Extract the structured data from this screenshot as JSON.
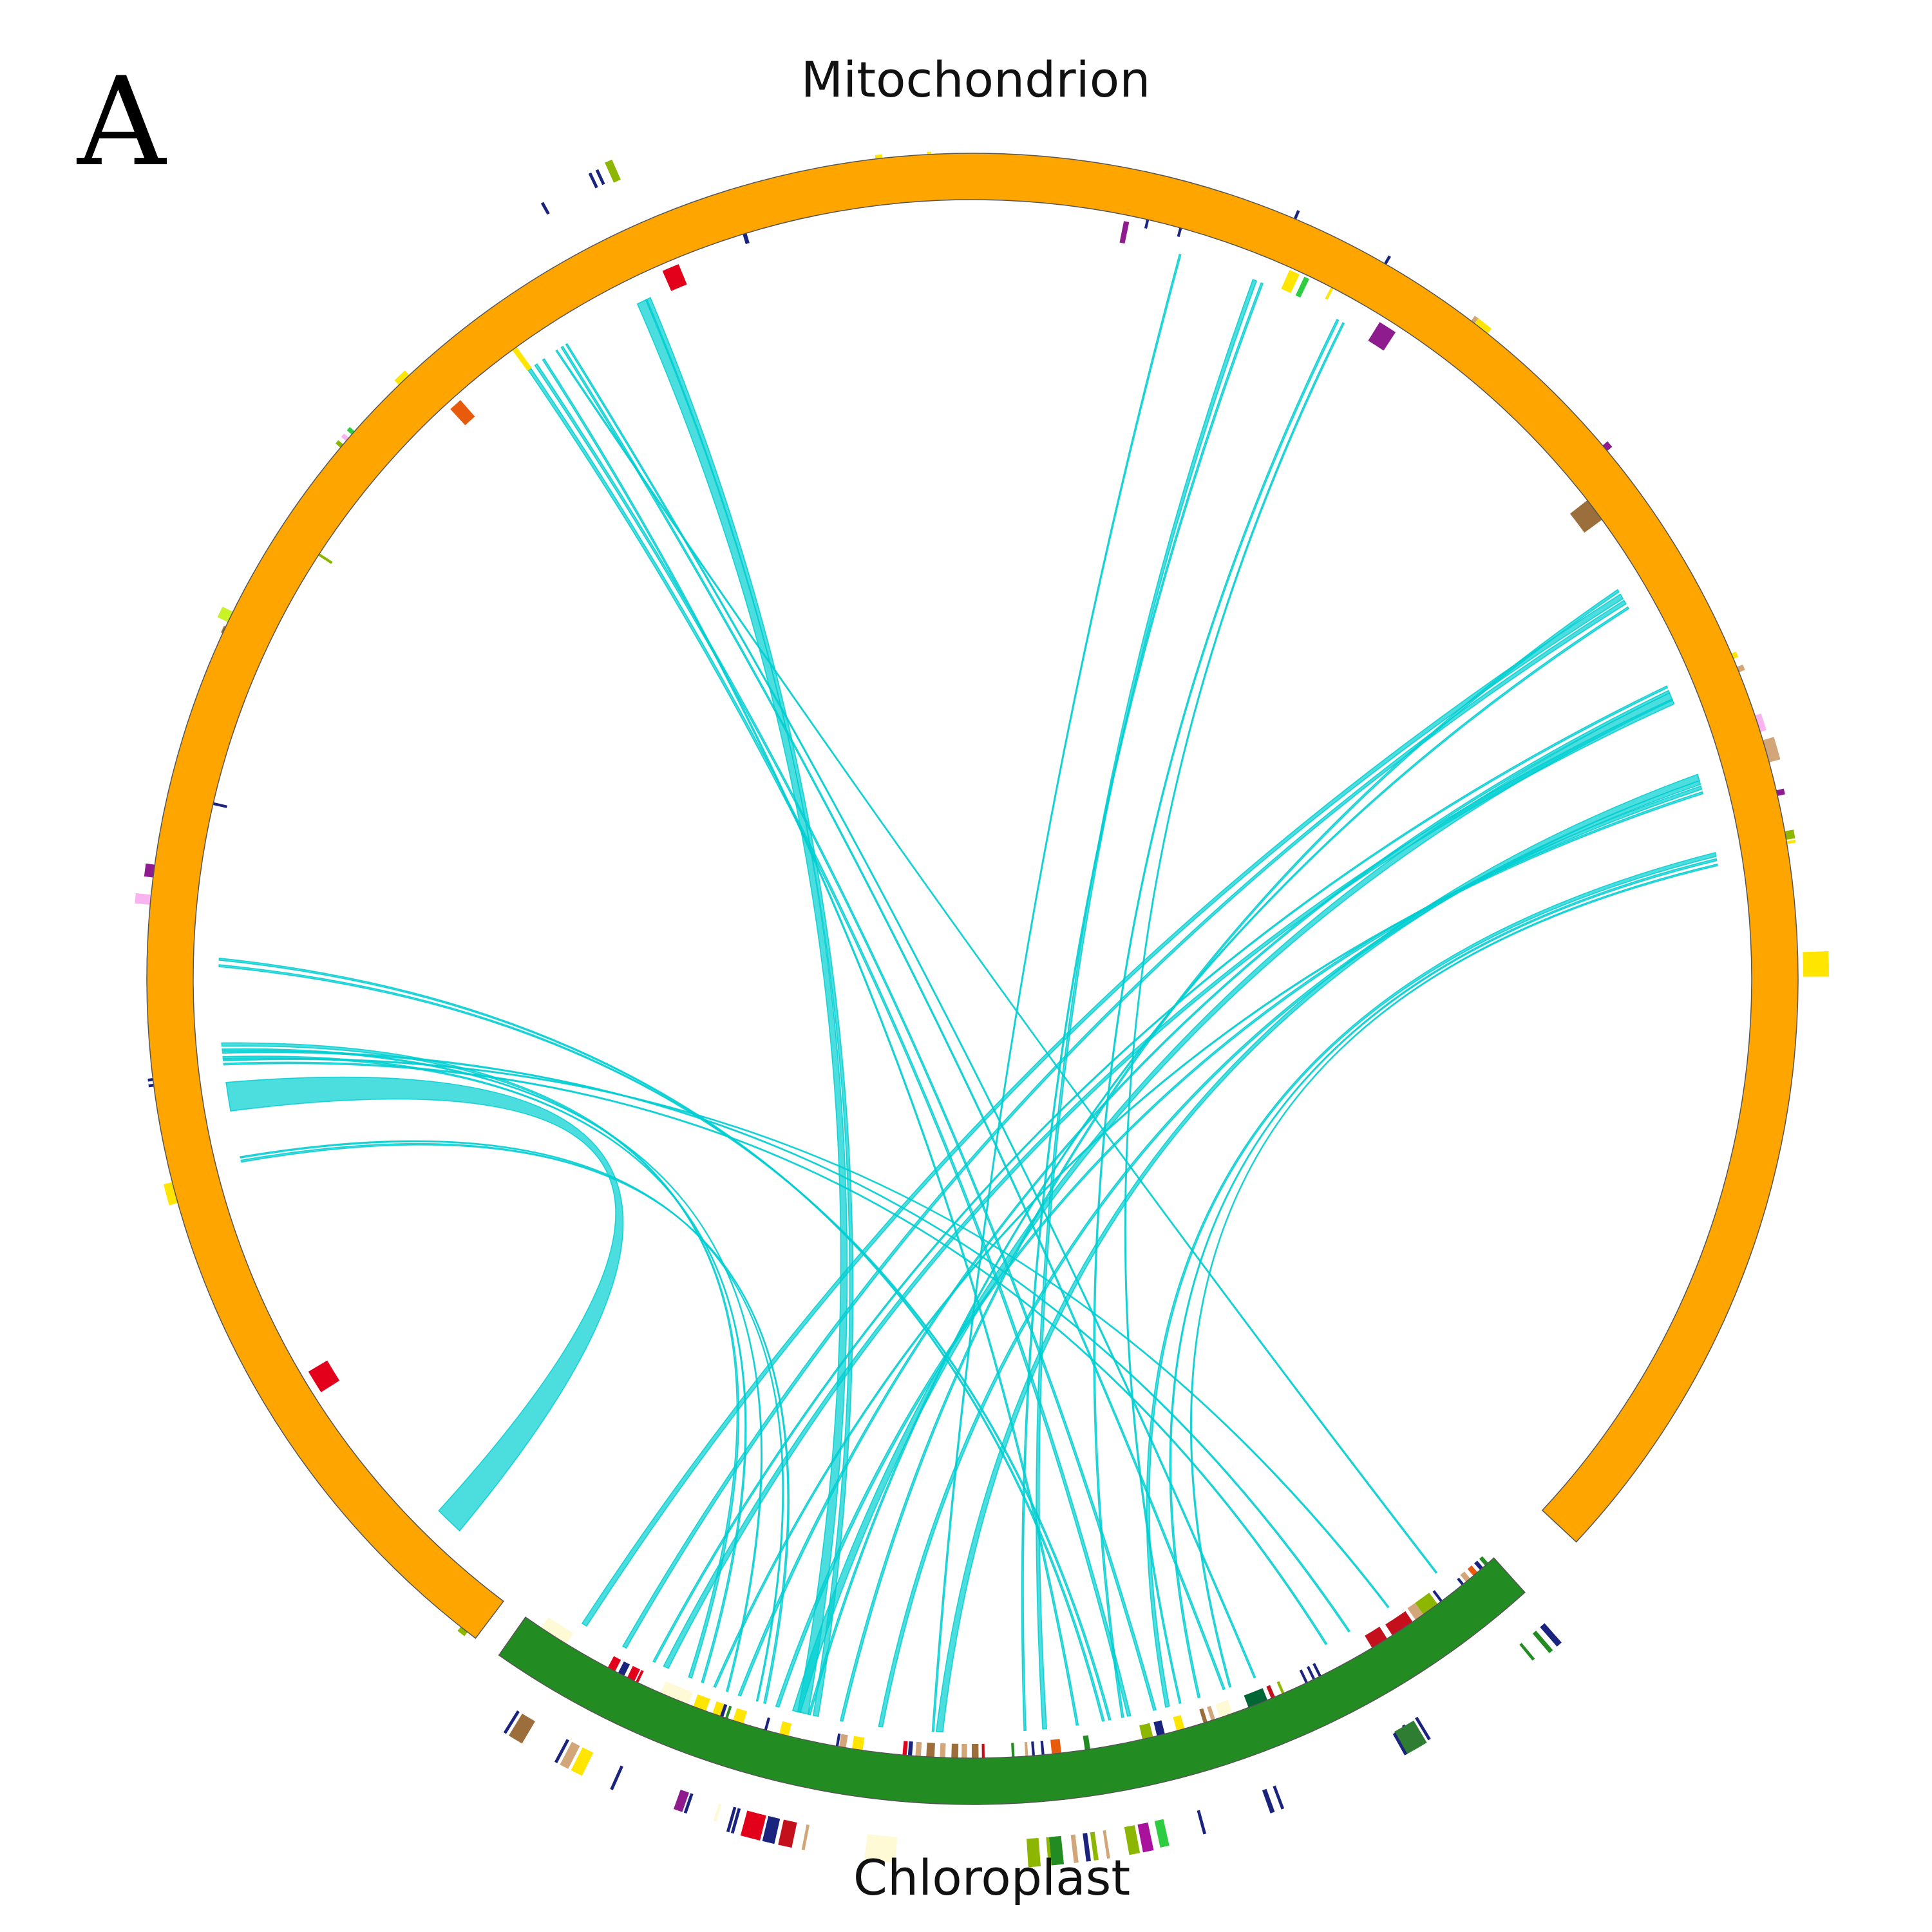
{
  "panel_label": "A",
  "colors": {
    "mitochondrion": "#ffa500",
    "chloroplast": "#228b22",
    "link": "#00ced1",
    "outline": "#555555"
  },
  "segments": [
    {
      "id": "mt",
      "label": "Mitochondrion",
      "start_deg": 217,
      "end_deg": 493
    },
    {
      "id": "cp",
      "label": "Chloroplast",
      "start_deg": 138,
      "end_deg": 215
    }
  ],
  "features": [
    {
      "angle": 359.0,
      "width": 2.0,
      "r1": 1250,
      "r2": 1280,
      "color": "#e3001b"
    },
    {
      "angle": 357.0,
      "width": 0.3,
      "r1": 1250,
      "r2": 1286,
      "color": "#ffe500"
    },
    {
      "angle": 2.2,
      "width": 0.2,
      "r1": 1250,
      "r2": 1282,
      "color": "#1a237e"
    },
    {
      "angle": 353.5,
      "width": 0.5,
      "r1": 1256,
      "r2": 1288,
      "color": "#ffe500"
    },
    {
      "angle": 343.0,
      "width": 0.3,
      "r1": 1194,
      "r2": 1226,
      "color": "#1a237e"
    },
    {
      "angle": 337.0,
      "width": 1.3,
      "r1": 1166,
      "r2": 1200,
      "color": "#e3001b"
    },
    {
      "angle": 327.0,
      "width": 0.2,
      "r1": 1210,
      "r2": 1235,
      "color": "#1a237e"
    },
    {
      "angle": 331.0,
      "width": 0.2,
      "r1": 1358,
      "r2": 1378,
      "color": "#1a237e"
    },
    {
      "angle": 334.6,
      "width": 0.2,
      "r1": 1360,
      "r2": 1385,
      "color": "#1a237e"
    },
    {
      "angle": 335.1,
      "width": 0.2,
      "r1": 1360,
      "r2": 1385,
      "color": "#1a237e"
    },
    {
      "angle": 336.0,
      "width": 0.5,
      "r1": 1356,
      "r2": 1390,
      "color": "#8db600"
    },
    {
      "angle": 324.0,
      "width": 0.4,
      "r1": 1170,
      "r2": 1210,
      "color": "#ffe500"
    },
    {
      "angle": 318.0,
      "width": 1.0,
      "r1": 1166,
      "r2": 1200,
      "color": "#e85a0c"
    },
    {
      "angle": 316.5,
      "width": 1.0,
      "r1": 1256,
      "r2": 1292,
      "color": "#ffe500"
    },
    {
      "angle": 310.2,
      "width": 0.3,
      "r1": 1262,
      "r2": 1292,
      "color": "#8db600"
    },
    {
      "angle": 310.8,
      "width": 0.3,
      "r1": 1262,
      "r2": 1292,
      "color": "#f9b4f0"
    },
    {
      "angle": 311.4,
      "width": 0.3,
      "r1": 1262,
      "r2": 1292,
      "color": "#2ecc40"
    },
    {
      "angle": 303.0,
      "width": 0.2,
      "r1": 1186,
      "r2": 1218,
      "color": "#8db600"
    },
    {
      "angle": 295.0,
      "width": 0.5,
      "r1": 1257,
      "r2": 1285,
      "color": "#9b6e3c"
    },
    {
      "angle": 296.0,
      "width": 0.8,
      "r1": 1268,
      "r2": 1300,
      "color": "#c9f227"
    },
    {
      "angle": 283.0,
      "width": 0.2,
      "r1": 1188,
      "r2": 1222,
      "color": "#1a237e"
    },
    {
      "angle": 277.5,
      "width": 0.9,
      "r1": 1260,
      "r2": 1296,
      "color": "#8e1c8f"
    },
    {
      "angle": 275.5,
      "width": 0.7,
      "r1": 1270,
      "r2": 1306,
      "color": "#f9b4f0"
    },
    {
      "angle": 263.0,
      "width": 0.2,
      "r1": 1256,
      "r2": 1290,
      "color": "#1a237e"
    },
    {
      "angle": 262.6,
      "width": 0.2,
      "r1": 1256,
      "r2": 1290,
      "color": "#1a237e"
    },
    {
      "angle": 255.0,
      "width": 1.5,
      "r1": 1256,
      "r2": 1296,
      "color": "#ffe500"
    },
    {
      "angle": 252.0,
      "width": 1.2,
      "r1": 1240,
      "r2": 1278,
      "color": "#ffe500"
    },
    {
      "angle": 249.5,
      "width": 0.2,
      "r1": 1226,
      "r2": 1262,
      "color": "#1a237e"
    },
    {
      "angle": 248.8,
      "width": 0.2,
      "r1": 1226,
      "r2": 1262,
      "color": "#1a237e"
    },
    {
      "angle": 247.0,
      "width": 1.5,
      "r1": 1212,
      "r2": 1252,
      "color": "#ffe500"
    },
    {
      "angle": 238.5,
      "width": 1.8,
      "r1": 1164,
      "r2": 1198,
      "color": "#e3001b"
    },
    {
      "angle": 218.0,
      "width": 0.6,
      "r1": 1256,
      "r2": 1290,
      "color": "#8db600"
    },
    {
      "angle": 11.5,
      "width": 0.4,
      "r1": 1166,
      "r2": 1200,
      "color": "#8e1c8f"
    },
    {
      "angle": 13.0,
      "width": 0.2,
      "r1": 1196,
      "r2": 1230,
      "color": "#1a237e"
    },
    {
      "angle": 15.5,
      "width": 0.2,
      "r1": 1196,
      "r2": 1230,
      "color": "#1a237e"
    },
    {
      "angle": 23.0,
      "width": 0.2,
      "r1": 1256,
      "r2": 1296,
      "color": "#1a237e"
    },
    {
      "angle": 24.5,
      "width": 0.8,
      "r1": 1174,
      "r2": 1206,
      "color": "#ffe500"
    },
    {
      "angle": 25.5,
      "width": 0.4,
      "r1": 1174,
      "r2": 1206,
      "color": "#2ecc40"
    },
    {
      "angle": 27.5,
      "width": 0.2,
      "r1": 1190,
      "r2": 1226,
      "color": "#ffe500"
    },
    {
      "angle": 30.0,
      "width": 0.2,
      "r1": 1256,
      "r2": 1296,
      "color": "#1a237e"
    },
    {
      "angle": 32.5,
      "width": 1.4,
      "r1": 1166,
      "r2": 1200,
      "color": "#8e1c8f"
    },
    {
      "angle": 38.0,
      "width": 1.2,
      "r1": 1256,
      "r2": 1292,
      "color": "#ffe500"
    },
    {
      "angle": 37.3,
      "width": 0.3,
      "r1": 1256,
      "r2": 1292,
      "color": "#d2a679"
    },
    {
      "angle": 50.0,
      "width": 0.5,
      "r1": 1256,
      "r2": 1292,
      "color": "#8e1c8f"
    },
    {
      "angle": 53.0,
      "width": 1.8,
      "r1": 1176,
      "r2": 1212,
      "color": "#9b6e3c"
    },
    {
      "angle": 52.0,
      "width": 0.2,
      "r1": 1212,
      "r2": 1234,
      "color": "#1a237e"
    },
    {
      "angle": 67.0,
      "width": 0.4,
      "r1": 1256,
      "r2": 1290,
      "color": "#ffe500"
    },
    {
      "angle": 68.0,
      "width": 0.4,
      "r1": 1260,
      "r2": 1292,
      "color": "#d2a679"
    },
    {
      "angle": 72.0,
      "width": 1.2,
      "r1": 1256,
      "r2": 1292,
      "color": "#f9b4f0"
    },
    {
      "angle": 74.0,
      "width": 1.6,
      "r1": 1256,
      "r2": 1300,
      "color": "#d2a679"
    },
    {
      "angle": 77.0,
      "width": 0.4,
      "r1": 1258,
      "r2": 1294,
      "color": "#8e1c8f"
    },
    {
      "angle": 80.0,
      "width": 0.6,
      "r1": 1262,
      "r2": 1296,
      "color": "#8db600"
    },
    {
      "angle": 80.5,
      "width": 0.2,
      "r1": 1262,
      "r2": 1296,
      "color": "#ffe500"
    },
    {
      "angle": 89.0,
      "width": 1.7,
      "r1": 1290,
      "r2": 1330,
      "color": "#ffe500"
    },
    {
      "angle": 141.0,
      "width": 0.2,
      "r1": 1198,
      "r2": 1232,
      "color": "#1a237e"
    },
    {
      "angle": 140.5,
      "width": 0.4,
      "r1": 1196,
      "r2": 1230,
      "color": "#d2a679"
    },
    {
      "angle": 139.8,
      "width": 0.4,
      "r1": 1196,
      "r2": 1230,
      "color": "#e85a0c"
    },
    {
      "angle": 139.2,
      "width": 0.3,
      "r1": 1196,
      "r2": 1230,
      "color": "#1a237e"
    },
    {
      "angle": 138.7,
      "width": 0.3,
      "r1": 1196,
      "r2": 1230,
      "color": "#228b22"
    },
    {
      "angle": 138.6,
      "width": 0.4,
      "r1": 1338,
      "r2": 1378,
      "color": "#1a237e"
    },
    {
      "angle": 139.3,
      "width": 0.3,
      "r1": 1338,
      "r2": 1378,
      "color": "#228b22"
    },
    {
      "angle": 140.5,
      "width": 0.2,
      "r1": 1338,
      "r2": 1370,
      "color": "#228b22"
    },
    {
      "angle": 143.0,
      "width": 0.2,
      "r1": 1190,
      "r2": 1226,
      "color": "#1a237e"
    },
    {
      "angle": 144.0,
      "width": 1.3,
      "r1": 1188,
      "r2": 1226,
      "color": "#8db600"
    },
    {
      "angle": 145.0,
      "width": 0.7,
      "r1": 1188,
      "r2": 1226,
      "color": "#d2a679"
    },
    {
      "angle": 146.5,
      "width": 1.8,
      "r1": 1190,
      "r2": 1226,
      "color": "#c3101c"
    },
    {
      "angle": 148.5,
      "width": 1.3,
      "r1": 1188,
      "r2": 1226,
      "color": "#c3101c"
    },
    {
      "angle": 149.0,
      "width": 0.2,
      "r1": 1338,
      "r2": 1378,
      "color": "#1a237e"
    },
    {
      "angle": 150.0,
      "width": 0.2,
      "r1": 1338,
      "r2": 1378,
      "color": "#1a237e"
    },
    {
      "angle": 150.0,
      "width": 1.5,
      "r1": 1340,
      "r2": 1380,
      "color": "#2e7d32"
    },
    {
      "angle": 150.8,
      "width": 0.2,
      "r1": 1342,
      "r2": 1380,
      "color": "#1a237e"
    },
    {
      "angle": 153.5,
      "width": 0.2,
      "r1": 1188,
      "r2": 1228,
      "color": "#1a237e"
    },
    {
      "angle": 154.0,
      "width": 0.2,
      "r1": 1188,
      "r2": 1228,
      "color": "#1a237e"
    },
    {
      "angle": 154.6,
      "width": 0.2,
      "r1": 1188,
      "r2": 1228,
      "color": "#1a237e"
    },
    {
      "angle": 156.5,
      "width": 0.2,
      "r1": 1190,
      "r2": 1228,
      "color": "#8db600"
    },
    {
      "angle": 157.3,
      "width": 0.3,
      "r1": 1190,
      "r2": 1228,
      "color": "#c3101c"
    },
    {
      "angle": 158.5,
      "width": 1.5,
      "r1": 1190,
      "r2": 1226,
      "color": "#006633"
    },
    {
      "angle": 161.0,
      "width": 1.0,
      "r1": 1188,
      "r2": 1226,
      "color": "#fffad6"
    },
    {
      "angle": 162.0,
      "width": 0.3,
      "r1": 1188,
      "r2": 1226,
      "color": "#d2a679"
    },
    {
      "angle": 162.6,
      "width": 0.3,
      "r1": 1188,
      "r2": 1226,
      "color": "#9b6e3c"
    },
    {
      "angle": 164.5,
      "width": 0.6,
      "r1": 1188,
      "r2": 1226,
      "color": "#ffe500"
    },
    {
      "angle": 166.0,
      "width": 0.6,
      "r1": 1188,
      "r2": 1226,
      "color": "#1a237e"
    },
    {
      "angle": 167.0,
      "width": 0.8,
      "r1": 1188,
      "r2": 1226,
      "color": "#8db600"
    },
    {
      "angle": 159.5,
      "width": 0.2,
      "r1": 1338,
      "r2": 1376,
      "color": "#1a237e"
    },
    {
      "angle": 160.2,
      "width": 0.3,
      "r1": 1338,
      "r2": 1376,
      "color": "#1a237e"
    },
    {
      "angle": 164.8,
      "width": 0.2,
      "r1": 1338,
      "r2": 1376,
      "color": "#1a237e"
    },
    {
      "angle": 167.5,
      "width": 0.6,
      "r1": 1338,
      "r2": 1380,
      "color": "#2ecc40"
    },
    {
      "angle": 168.6,
      "width": 0.7,
      "r1": 1338,
      "r2": 1382,
      "color": "#a8129c"
    },
    {
      "angle": 169.5,
      "width": 0.7,
      "r1": 1338,
      "r2": 1382,
      "color": "#8db600"
    },
    {
      "angle": 171.2,
      "width": 0.2,
      "r1": 1338,
      "r2": 1382,
      "color": "#d2a679"
    },
    {
      "angle": 172.0,
      "width": 0.3,
      "r1": 1338,
      "r2": 1382,
      "color": "#8db600"
    },
    {
      "angle": 172.5,
      "width": 0.3,
      "r1": 1338,
      "r2": 1382,
      "color": "#1a237e"
    },
    {
      "angle": 173.3,
      "width": 0.3,
      "r1": 1338,
      "r2": 1382,
      "color": "#d2a679"
    },
    {
      "angle": 174.5,
      "width": 0.8,
      "r1": 1338,
      "r2": 1382,
      "color": "#228b22"
    },
    {
      "angle": 176.0,
      "width": 0.8,
      "r1": 1338,
      "r2": 1382,
      "color": "#8db600"
    },
    {
      "angle": 175.0,
      "width": 0.2,
      "r1": 1338,
      "r2": 1382,
      "color": "#8db600"
    },
    {
      "angle": 171.5,
      "width": 0.4,
      "r1": 1188,
      "r2": 1226,
      "color": "#228b22"
    },
    {
      "angle": 173.8,
      "width": 0.7,
      "r1": 1188,
      "r2": 1226,
      "color": "#e85a0c"
    },
    {
      "angle": 174.8,
      "width": 0.2,
      "r1": 1188,
      "r2": 1226,
      "color": "#1a237e"
    },
    {
      "angle": 175.5,
      "width": 0.2,
      "r1": 1188,
      "r2": 1226,
      "color": "#1a237e"
    },
    {
      "angle": 176.0,
      "width": 0.2,
      "r1": 1188,
      "r2": 1226,
      "color": "#d2a679"
    },
    {
      "angle": 177.0,
      "width": 0.2,
      "r1": 1188,
      "r2": 1226,
      "color": "#228b22"
    },
    {
      "angle": 179.2,
      "width": 0.2,
      "r1": 1188,
      "r2": 1226,
      "color": "#c3101c"
    },
    {
      "angle": 179.8,
      "width": 0.5,
      "r1": 1188,
      "r2": 1226,
      "color": "#9b6e3c"
    },
    {
      "angle": 180.6,
      "width": 0.4,
      "r1": 1188,
      "r2": 1226,
      "color": "#d2a679"
    },
    {
      "angle": 181.3,
      "width": 0.5,
      "r1": 1188,
      "r2": 1226,
      "color": "#9b6e3c"
    },
    {
      "angle": 182.2,
      "width": 0.4,
      "r1": 1188,
      "r2": 1226,
      "color": "#d2a679"
    },
    {
      "angle": 183.1,
      "width": 0.6,
      "r1": 1188,
      "r2": 1226,
      "color": "#9b6e3c"
    },
    {
      "angle": 184.0,
      "width": 0.4,
      "r1": 1188,
      "r2": 1226,
      "color": "#d2a679"
    },
    {
      "angle": 184.6,
      "width": 0.3,
      "r1": 1188,
      "r2": 1226,
      "color": "#1a237e"
    },
    {
      "angle": 185.0,
      "width": 0.3,
      "r1": 1188,
      "r2": 1226,
      "color": "#e3001b"
    },
    {
      "angle": 186.0,
      "width": 2.0,
      "r1": 1338,
      "r2": 1378,
      "color": "#fffad6"
    },
    {
      "angle": 188.5,
      "width": 0.8,
      "r1": 1190,
      "r2": 1226,
      "color": "#ffe500"
    },
    {
      "angle": 189.6,
      "width": 0.5,
      "r1": 1190,
      "r2": 1226,
      "color": "#d2a679"
    },
    {
      "angle": 190.0,
      "width": 0.2,
      "r1": 1190,
      "r2": 1226,
      "color": "#1a237e"
    },
    {
      "angle": 191.0,
      "width": 0.2,
      "r1": 1338,
      "r2": 1378,
      "color": "#d2a679"
    },
    {
      "angle": 192.2,
      "width": 0.9,
      "r1": 1338,
      "r2": 1378,
      "color": "#c3101c"
    },
    {
      "angle": 193.3,
      "width": 0.8,
      "r1": 1338,
      "r2": 1378,
      "color": "#1a237e"
    },
    {
      "angle": 194.5,
      "width": 1.3,
      "r1": 1338,
      "r2": 1378,
      "color": "#e3001b"
    },
    {
      "angle": 195.7,
      "width": 0.2,
      "r1": 1338,
      "r2": 1378,
      "color": "#1a237e"
    },
    {
      "angle": 196.0,
      "width": 0.2,
      "r1": 1338,
      "r2": 1378,
      "color": "#1a237e"
    },
    {
      "angle": 197.0,
      "width": 0.2,
      "r1": 1340,
      "r2": 1368,
      "color": "#fffad6"
    },
    {
      "angle": 199.5,
      "width": 0.6,
      "r1": 1338,
      "r2": 1370,
      "color": "#8e1c8f"
    },
    {
      "angle": 199.0,
      "width": 0.2,
      "r1": 1338,
      "r2": 1370,
      "color": "#1a237e"
    },
    {
      "angle": 194.0,
      "width": 0.7,
      "r1": 1190,
      "r2": 1228,
      "color": "#ffe500"
    },
    {
      "angle": 195.4,
      "width": 0.2,
      "r1": 1190,
      "r2": 1228,
      "color": "#1a237e"
    },
    {
      "angle": 197.5,
      "width": 0.8,
      "r1": 1190,
      "r2": 1226,
      "color": "#ffe500"
    },
    {
      "angle": 198.4,
      "width": 0.2,
      "r1": 1190,
      "r2": 1226,
      "color": "#228b22"
    },
    {
      "angle": 198.8,
      "width": 0.3,
      "r1": 1190,
      "r2": 1226,
      "color": "#1a237e"
    },
    {
      "angle": 199.2,
      "width": 0.6,
      "r1": 1190,
      "r2": 1226,
      "color": "#ffe500"
    },
    {
      "angle": 200.5,
      "width": 1.0,
      "r1": 1190,
      "r2": 1226,
      "color": "#ffe500"
    },
    {
      "angle": 202.5,
      "width": 2.2,
      "r1": 1190,
      "r2": 1226,
      "color": "#fffad6"
    },
    {
      "angle": 205.5,
      "width": 0.2,
      "r1": 1190,
      "r2": 1226,
      "color": "#e3001b"
    },
    {
      "angle": 206.0,
      "width": 0.6,
      "r1": 1190,
      "r2": 1226,
      "color": "#e3001b"
    },
    {
      "angle": 206.8,
      "width": 0.5,
      "r1": 1190,
      "r2": 1226,
      "color": "#1a237e"
    },
    {
      "angle": 207.6,
      "width": 0.6,
      "r1": 1190,
      "r2": 1226,
      "color": "#e3001b"
    },
    {
      "angle": 204.0,
      "width": 0.2,
      "r1": 1338,
      "r2": 1378,
      "color": "#1a237e"
    },
    {
      "angle": 206.5,
      "width": 0.8,
      "r1": 1338,
      "r2": 1378,
      "color": "#ffe500"
    },
    {
      "angle": 207.4,
      "width": 0.6,
      "r1": 1338,
      "r2": 1378,
      "color": "#d2a679"
    },
    {
      "angle": 208.0,
      "width": 0.2,
      "r1": 1338,
      "r2": 1378,
      "color": "#1a237e"
    },
    {
      "angle": 211.0,
      "width": 1.0,
      "r1": 1338,
      "r2": 1378,
      "color": "#9b6e3c"
    },
    {
      "angle": 211.8,
      "width": 0.2,
      "r1": 1338,
      "r2": 1378,
      "color": "#1a237e"
    },
    {
      "angle": 212.5,
      "width": 2.2,
      "r1": 1190,
      "r2": 1226,
      "color": "#fffad6"
    }
  ],
  "links": [
    {
      "a1": 261.0,
      "a2": 224.0,
      "w": 2.2
    },
    {
      "a1": 271.0,
      "a2": 169.5,
      "w": 0.15
    },
    {
      "a1": 271.5,
      "a2": 170.0,
      "w": 0.15
    },
    {
      "a1": 265.0,
      "a2": 202.0,
      "w": 0.25
    },
    {
      "a1": 264.0,
      "a2": 201.0,
      "w": 0.15
    },
    {
      "a1": 264.6,
      "a2": 199.0,
      "w": 0.12
    },
    {
      "a1": 256.0,
      "a2": 196.0,
      "w": 0.15
    },
    {
      "a1": 256.3,
      "a2": 196.6,
      "w": 0.1
    },
    {
      "a1": 263.5,
      "a2": 152.0,
      "w": 0.12
    },
    {
      "a1": 264.4,
      "a2": 150.0,
      "w": 0.12
    },
    {
      "a1": 263.8,
      "a2": 146.5,
      "w": 0.1
    },
    {
      "a1": 334.0,
      "a2": 193.0,
      "w": 0.8
    },
    {
      "a1": 334.5,
      "a2": 192.0,
      "w": 0.4
    },
    {
      "a1": 324.0,
      "a2": 168.0,
      "w": 0.25
    },
    {
      "a1": 324.6,
      "a2": 166.0,
      "w": 0.2
    },
    {
      "a1": 325.3,
      "a2": 172.0,
      "w": 0.15
    },
    {
      "a1": 327.0,
      "a2": 160.5,
      "w": 0.15
    },
    {
      "a1": 327.4,
      "a2": 158.0,
      "w": 0.12
    },
    {
      "a1": 326.5,
      "a2": 142.0,
      "w": 0.1
    },
    {
      "a1": 16.0,
      "a2": 183.0,
      "w": 0.12
    },
    {
      "a1": 22.0,
      "a2": 174.5,
      "w": 0.3
    },
    {
      "a1": 22.6,
      "a2": 176.0,
      "w": 0.15
    },
    {
      "a1": 29.0,
      "a2": 168.5,
      "w": 0.15
    },
    {
      "a1": 29.5,
      "a2": 164.0,
      "w": 0.12
    },
    {
      "a1": 59.5,
      "a2": 211.0,
      "w": 0.4
    },
    {
      "a1": 60.0,
      "a2": 207.5,
      "w": 0.3
    },
    {
      "a1": 59.0,
      "a2": 190.0,
      "w": 0.2
    },
    {
      "a1": 60.5,
      "a2": 192.5,
      "w": 0.15
    },
    {
      "a1": 68.0,
      "a2": 193.5,
      "w": 0.6
    },
    {
      "a1": 68.4,
      "a2": 204.0,
      "w": 0.4
    },
    {
      "a1": 67.6,
      "a2": 198.0,
      "w": 0.2
    },
    {
      "a1": 67.2,
      "a2": 205.0,
      "w": 0.15
    },
    {
      "a1": 74.5,
      "a2": 182.5,
      "w": 0.5
    },
    {
      "a1": 74.9,
      "a2": 187.0,
      "w": 0.3
    },
    {
      "a1": 75.3,
      "a2": 195.0,
      "w": 0.25
    },
    {
      "a1": 75.7,
      "a2": 200.0,
      "w": 0.15
    },
    {
      "a1": 80.5,
      "a2": 165.0,
      "w": 0.3
    },
    {
      "a1": 80.9,
      "a2": 162.5,
      "w": 0.15
    },
    {
      "a1": 81.3,
      "a2": 160.0,
      "w": 0.12
    }
  ]
}
